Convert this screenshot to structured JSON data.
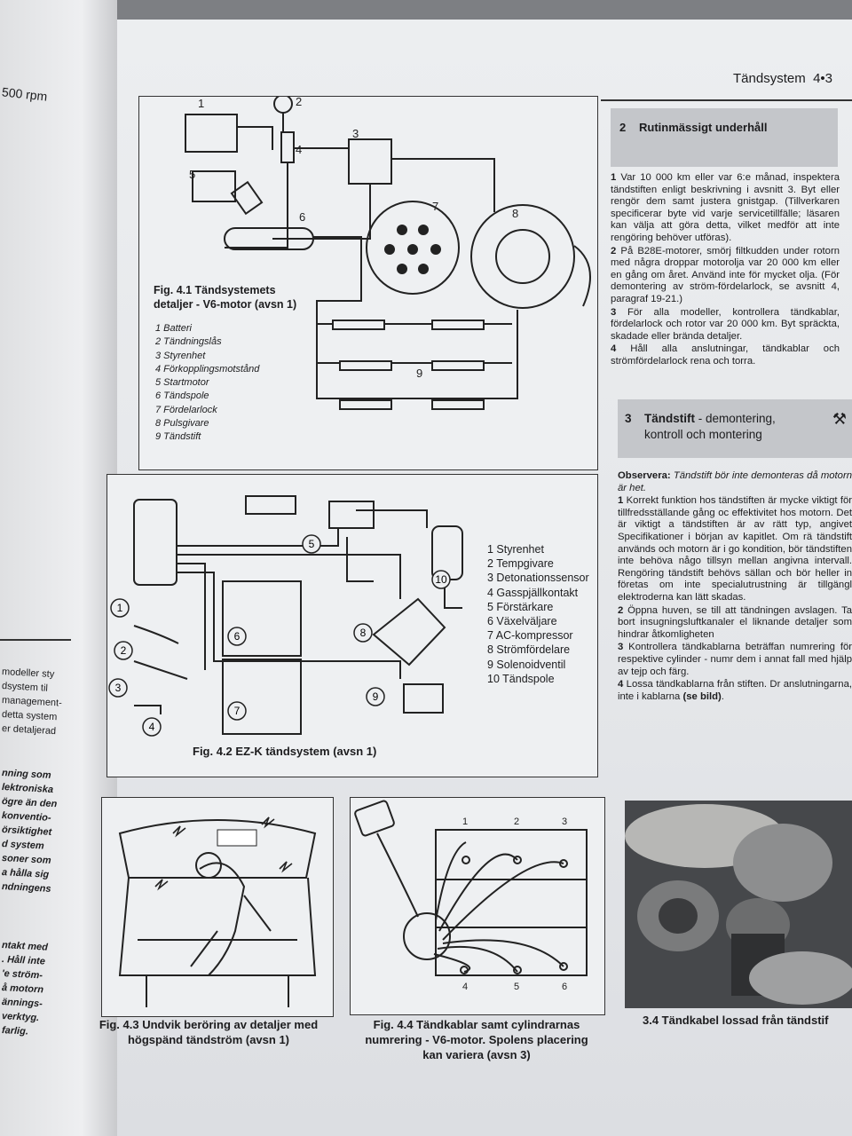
{
  "left_page": {
    "top": "500 rpm",
    "fragments": [
      "modeller sty",
      "dsystem til",
      "management-",
      "detta system",
      "er detaljerad"
    ],
    "fragments_bold": [
      "nning som",
      "lektroniska",
      "ögre än den",
      "konventio-",
      "örsiktighet",
      "d system",
      "soner som",
      "a hålla sig",
      "ndningens"
    ],
    "fragments_bold2": [
      "ntakt med",
      ". Håll inte",
      "'e ström-",
      "å motorn",
      "ännings-",
      "verktyg.",
      "farlig."
    ]
  },
  "header": {
    "text": "Tändsystem",
    "page": "4•3"
  },
  "fig41": {
    "caption_line1": "Fig. 4.1  Tändsystemets",
    "caption_line2": "detaljer - V6-motor (avsn 1)",
    "legend": [
      "1 Batteri",
      "2 Tändningslås",
      "3 Styrenhet",
      "4 Förkopplingsmotstånd",
      "5 Startmotor",
      "6 Tändspole",
      "7 Fördelarlock",
      "8 Pulsgivare",
      "9 Tändstift"
    ],
    "labels": [
      "1",
      "2",
      "3",
      "4",
      "5",
      "6",
      "7",
      "8",
      "9"
    ]
  },
  "fig42": {
    "caption": "Fig. 4.2  EZ-K tändsystem (avsn 1)",
    "legend": [
      "1 Styrenhet",
      "2 Tempgivare",
      "3 Detonationssensor",
      "4 Gasspjällkontakt",
      "5 Förstärkare",
      "6 Växelväljare",
      "7 AC-kompressor",
      "8 Strömfördelare",
      "9 Solenoidventil",
      "10 Tändspole"
    ],
    "callouts": [
      "1",
      "2",
      "3",
      "4",
      "5",
      "6",
      "7",
      "8",
      "9",
      "10"
    ]
  },
  "fig43": {
    "caption_line1": "Fig. 4.3  Undvik beröring av detaljer med",
    "caption_line2": "högspänd tändström (avsn 1)"
  },
  "fig44": {
    "caption_line1": "Fig. 4.4  Tändkablar samt cylindrarnas",
    "caption_line2": "numrering - V6-motor. Spolens placering",
    "caption_line3": "kan variera (avsn 3)",
    "cyl": [
      "1",
      "2",
      "3",
      "4",
      "5",
      "6"
    ]
  },
  "photo34": {
    "caption": "3.4  Tändkabel lossad från tändstif"
  },
  "section2": {
    "number": "2",
    "title": "Rutinmässigt underhåll",
    "paragraphs": [
      {
        "n": "1",
        "text": "Var 10 000 km eller var 6:e månad, inspektera tändstiften enligt beskrivning i avsnitt 3. Byt eller rengör dem samt justera gnistgap. (Tillverkaren specificerar byte vid varje servicetillfälle; läsaren kan välja att göra detta, vilket medför att inte rengöring behöver utföras)."
      },
      {
        "n": "2",
        "text": "På B28E-motorer, smörj filtkudden under rotorn med några droppar motorolja var 20 000 km eller en gång om året. Använd inte för mycket olja. (För demontering av ström-fördelarlock, se avsnitt 4, paragraf 19-21.)"
      },
      {
        "n": "3",
        "text": "För alla modeller, kontrollera tändkablar, fördelarlock och rotor var 20 000 km. Byt spräckta, skadade eller brända detaljer."
      },
      {
        "n": "4",
        "text": "Håll alla anslutningar, tändkablar och strömfördelarlock rena och torra."
      }
    ]
  },
  "section3": {
    "number": "3",
    "title_bold": "Tändstift",
    "title_rest": " - demontering,",
    "title_line2": "kontroll och montering",
    "note_label": "Observera:",
    "note_text": " Tändstift bör inte demonteras då motorn är het.",
    "paragraphs": [
      {
        "n": "1",
        "text": "Korrekt funktion hos tändstiften är mycke viktigt för tillfredsställande gång oc effektivitet hos motorn. Det är viktigt a tändstiften är av rätt typ, angivet Specifikationer i början av kapitlet. Om rä tändstift används och motorn är i go kondition, bör tändstiften inte behöva någo tillsyn mellan angivna intervall. Rengöring tändstift behövs sällan och bör heller in företas om inte specialutrustning är tillgängl elektroderna kan lätt skadas."
      },
      {
        "n": "2",
        "text": "Öppna huven, se till att tändningen avslagen. Ta bort insugningsluftkanaler el liknande detaljer som hindrar åtkomligheten"
      },
      {
        "n": "3",
        "text": "Kontrollera tändkablarna beträffan numrering för respektive cylinder - numr dem i annat fall med hjälp av tejp och färg."
      },
      {
        "n": "4",
        "text": "Lossa tändkablarna från stiften. Dr anslutningarna, inte i kablarna"
      }
    ],
    "bold_tail": "(se bild)",
    "tail_end": "."
  },
  "colors": {
    "page": "#e8eaed",
    "section_band": "#c4c6ca",
    "ink": "#1c1c1e"
  }
}
